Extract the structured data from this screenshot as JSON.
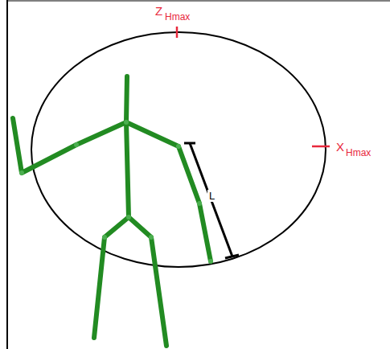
{
  "diagram": {
    "labels": [
      "Z",
      "Hmax",
      "X",
      "Hmax",
      "L"
    ]
  }
}
